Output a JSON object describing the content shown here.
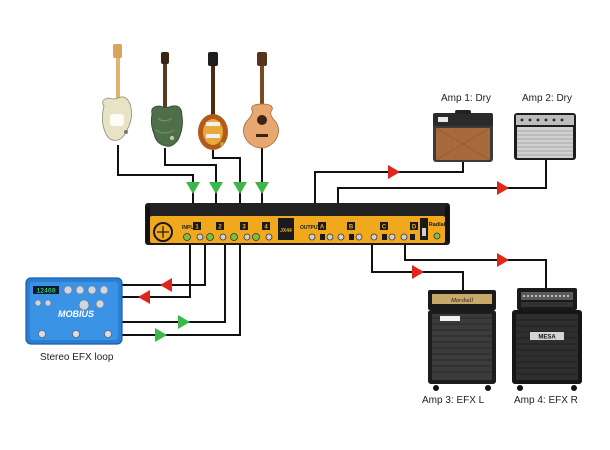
{
  "labels": {
    "amp1": "Amp 1: Dry",
    "amp2": "Amp 2: Dry",
    "amp3": "Amp 3: EFX L",
    "amp4": "Amp 4: EFX R",
    "efx_loop": "Stereo EFX loop"
  },
  "router": {
    "input_label": "INPUT",
    "output_label": "OUTPUT",
    "input_numbers": [
      "1",
      "2",
      "3",
      "4"
    ],
    "output_letters": [
      "A",
      "B",
      "C",
      "D"
    ],
    "brand_text": "Radial",
    "model_text": "JX44",
    "body_color": "#f2a81d"
  },
  "pedal": {
    "brand_text": "MOBIUS",
    "display_text": "12468",
    "body_color": "#2a7fd4"
  },
  "cabinets": {
    "amp3_brand": "Marshall",
    "amp4_brand": "MESA"
  },
  "colors": {
    "arrow_green": "#3cb84a",
    "arrow_red": "#e0251b",
    "cable": "#111111"
  }
}
